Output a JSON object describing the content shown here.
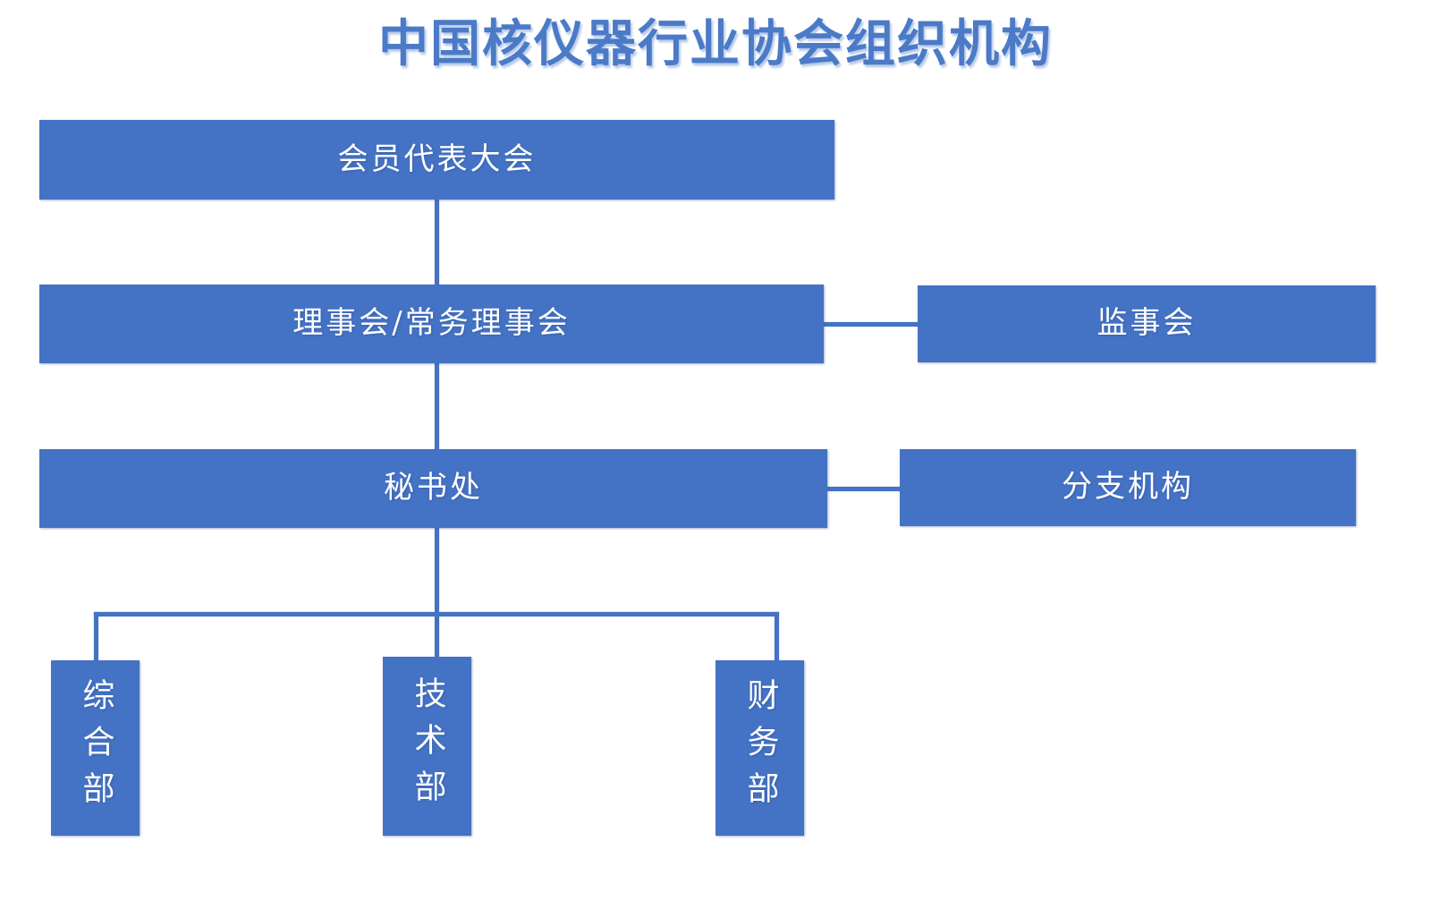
{
  "page": {
    "title": "中国核仪器行业协会组织机构",
    "background_color": "#FFFFFF",
    "accent_color": "#4472C4",
    "title_color": "#4B7AC7",
    "node_text_color": "#FFFFFF"
  },
  "chart_data": {
    "type": "diagram",
    "diagram_type": "organization-chart",
    "title": "中国核仪器行业协会组织机构",
    "orientation": "top-down",
    "nodes": [
      {
        "id": "assembly",
        "label": "会员代表大会",
        "level": 1,
        "text_direction": "horizontal"
      },
      {
        "id": "council",
        "label": "理事会/常务理事会",
        "level": 2,
        "text_direction": "horizontal"
      },
      {
        "id": "supervisor",
        "label": "监事会",
        "level": 2,
        "text_direction": "horizontal"
      },
      {
        "id": "secretariat",
        "label": "秘书处",
        "level": 3,
        "text_direction": "horizontal"
      },
      {
        "id": "branches",
        "label": "分支机构",
        "level": 3,
        "text_direction": "horizontal"
      },
      {
        "id": "general",
        "label": "综合部",
        "level": 4,
        "text_direction": "vertical"
      },
      {
        "id": "technical",
        "label": "技术部",
        "level": 4,
        "text_direction": "vertical"
      },
      {
        "id": "finance",
        "label": "财务部",
        "level": 4,
        "text_direction": "vertical"
      }
    ],
    "edges": [
      {
        "from": "assembly",
        "to": "council",
        "style": "vertical"
      },
      {
        "from": "council",
        "to": "supervisor",
        "style": "horizontal"
      },
      {
        "from": "council",
        "to": "secretariat",
        "style": "vertical"
      },
      {
        "from": "secretariat",
        "to": "branches",
        "style": "horizontal"
      },
      {
        "from": "secretariat",
        "to": "general",
        "style": "elbow"
      },
      {
        "from": "secretariat",
        "to": "technical",
        "style": "vertical"
      },
      {
        "from": "secretariat",
        "to": "finance",
        "style": "elbow"
      }
    ]
  },
  "nodes": {
    "assembly": {
      "label": "会员代表大会"
    },
    "council": {
      "label": "理事会/常务理事会"
    },
    "supervisor": {
      "label": "监事会"
    },
    "secretariat": {
      "label": "秘书处"
    },
    "branches": {
      "label": "分支机构"
    },
    "general": {
      "label": "综合部"
    },
    "technical": {
      "label": "技术部"
    },
    "finance": {
      "label": "财务部"
    }
  }
}
